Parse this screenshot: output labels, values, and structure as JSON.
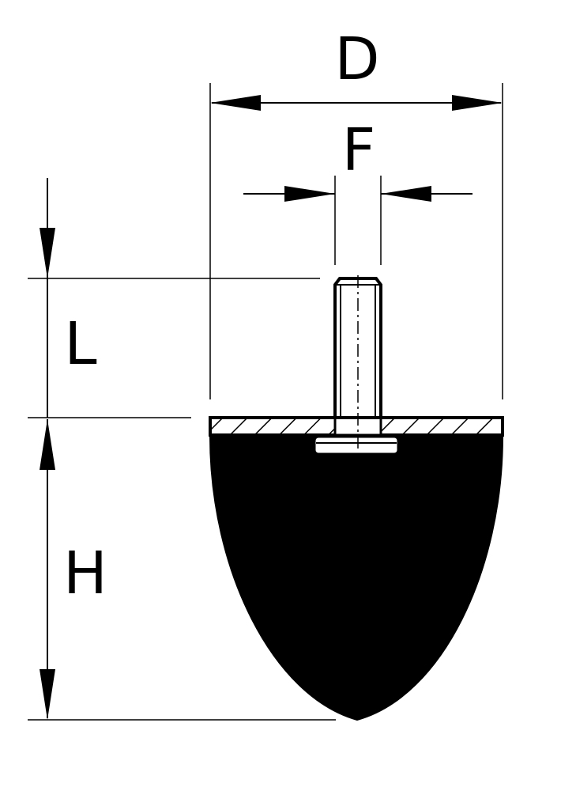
{
  "diagram": {
    "dimensions": {
      "D": "D",
      "F": "F",
      "L": "L",
      "H": "H"
    },
    "colors": {
      "line": "#000000",
      "body_fill": "#000000",
      "background": "#ffffff"
    }
  }
}
